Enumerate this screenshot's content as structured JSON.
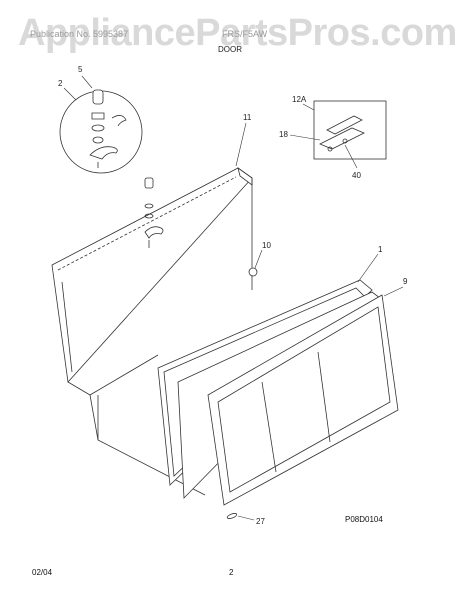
{
  "watermark": "AppliancePartsPros.com",
  "header": {
    "left_text": "Publication No. 5995387",
    "right_text": "FRS/F5AW"
  },
  "section_title": "DOOR",
  "callouts": [
    {
      "name": "callout-5",
      "text": "5"
    },
    {
      "name": "callout-2",
      "text": "2"
    },
    {
      "name": "callout-11",
      "text": "11"
    },
    {
      "name": "callout-12a",
      "text": "12A"
    },
    {
      "name": "callout-18",
      "text": "18"
    },
    {
      "name": "callout-40",
      "text": "40"
    },
    {
      "name": "callout-10",
      "text": "10"
    },
    {
      "name": "callout-1",
      "text": "1"
    },
    {
      "name": "callout-9",
      "text": "9"
    },
    {
      "name": "callout-27",
      "text": "27"
    }
  ],
  "diagram_code": "P08D0104",
  "footer": {
    "date": "02/04",
    "page": "2"
  }
}
